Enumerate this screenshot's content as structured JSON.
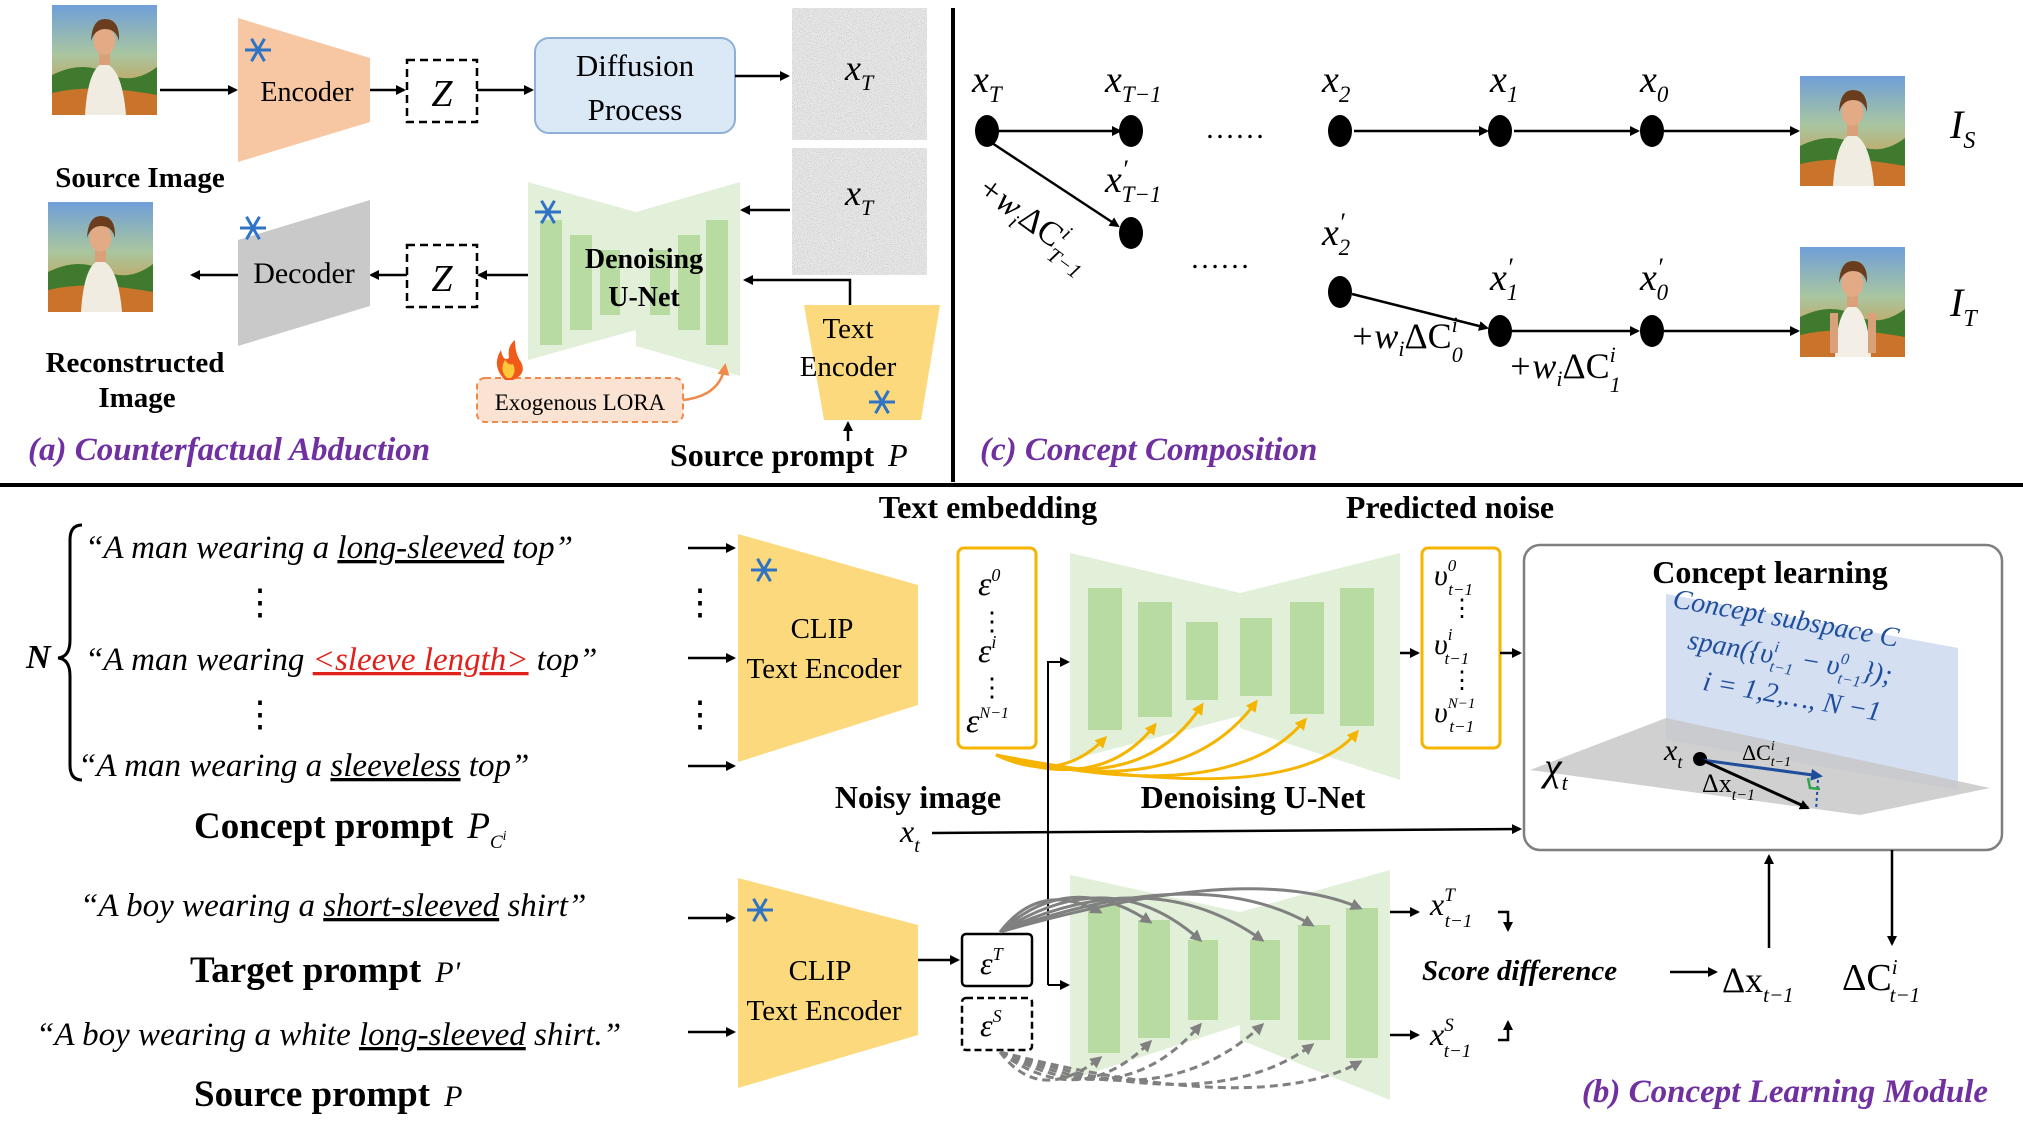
{
  "colors": {
    "purple": "#7030a0",
    "blue": "#1f4e9c",
    "red": "#e0201a",
    "encoder": "#f7c6a2",
    "decoder": "#c9c9c9",
    "diffusion": "#dbe8f6",
    "diffusion_stroke": "#8fb0d6",
    "text_encoder": "#fcd97c",
    "unet": "#e2f0d9",
    "unet_bar": "#b8dba2",
    "lora": "#fbe3d3",
    "lora_stroke": "#f08a4b",
    "orange_arrow": "#f5b400",
    "gray_arrow": "#808080",
    "snow": "#2f73c4"
  },
  "icons": [
    "snowflake-icon",
    "flame-icon",
    "portrait-image",
    "noise-image"
  ],
  "a": {
    "source_image": "Source Image",
    "encoder": "Encoder",
    "z": "Z",
    "diffusion_line1": "Diffusion",
    "diffusion_line2": "Process",
    "x_T": "x",
    "x_T_sub": "T",
    "decoder": "Decoder",
    "reconstructed_line1": "Reconstructed",
    "reconstructed_line2": "Image",
    "unet_line1": "Denoising",
    "unet_line2": "U-Net",
    "text_enc_line1": "Text",
    "text_enc_line2": "Encoder",
    "lora": "Exogenous LORA",
    "source_prompt": "Source prompt",
    "source_prompt_sym": "P",
    "caption": "(a) Counterfactual Abduction"
  },
  "c": {
    "caption": "(c) Concept Composition",
    "top_nodes": [
      {
        "base": "x",
        "sub": "T",
        "prime": ""
      },
      {
        "base": "x",
        "sub": "T−1",
        "prime": ""
      },
      {
        "base": "x",
        "sub": "2",
        "prime": ""
      },
      {
        "base": "x",
        "sub": "1",
        "prime": ""
      },
      {
        "base": "x",
        "sub": "0",
        "prime": ""
      }
    ],
    "bottom_nodes": [
      {
        "base": "x",
        "sub": "T−1",
        "prime": "′"
      },
      {
        "base": "x",
        "sub": "2",
        "prime": "′"
      },
      {
        "base": "x",
        "sub": "1",
        "prime": "′"
      },
      {
        "base": "x",
        "sub": "0",
        "prime": "′"
      }
    ],
    "dots": "……",
    "diag_label": {
      "text": "+w",
      "w_sub": "i",
      "delta": "ΔC",
      "sup": "i",
      "sub": "T−1"
    },
    "label_0": {
      "text": "+w",
      "w_sub": "i",
      "delta": "ΔC",
      "sup": "i",
      "sub": "0"
    },
    "label_1": {
      "text": "+w",
      "w_sub": "i",
      "delta": "ΔC",
      "sup": "i",
      "sub": "1"
    },
    "I_S": {
      "base": "I",
      "sub": "S"
    },
    "I_T": {
      "base": "I",
      "sub": "T"
    }
  },
  "b": {
    "caption": "(b) Concept Learning Module",
    "N": "N",
    "concept_prompts": {
      "p1_pre": "“A man wearing a ",
      "p1_u": "long-sleeved",
      "p1_post": " top”",
      "p2_pre": "“A man wearing ",
      "p2_u": "<sleeve length>",
      "p2_post": " top”",
      "p3_pre": "“A man wearing a ",
      "p3_u": "sleeveless",
      "p3_post": " top”"
    },
    "concept_prompt_label": "Concept prompt",
    "concept_prompt_sym": "P",
    "concept_prompt_sub": "C",
    "concept_prompt_subsup": "i",
    "target_prompt": {
      "pre": "“A boy wearing a ",
      "u": "short-sleeved",
      "post": " shirt”"
    },
    "target_prompt_label": "Target prompt",
    "target_prompt_sym": "P'",
    "source_prompt": {
      "pre": "“A boy wearing a white ",
      "u": "long-sleeved",
      "post": " shirt.”"
    },
    "source_prompt_label": "Source prompt",
    "source_prompt_sym": "P",
    "clip_line1": "CLIP",
    "clip_line2": "Text Encoder",
    "text_embedding": "Text embedding",
    "predicted_noise": "Predicted noise",
    "noisy_image": "Noisy image",
    "x_t": "x",
    "x_t_sub": "t",
    "denoising_unet": "Denoising U-Net",
    "eps": "ε",
    "eps_0": "0",
    "eps_i": "i",
    "eps_N": "N−1",
    "eps_T": "T",
    "eps_S": "S",
    "v": "υ",
    "v_sub": "t−1",
    "v_0": "0",
    "v_i": "i",
    "v_N": "N−1",
    "concept_learning": "Concept learning",
    "subspace_line1": "Concept subspace C",
    "subspace_line2": "span({υ",
    "subspace_line2_sup1": "i",
    "subspace_line2_sub1": "t−1",
    "subspace_line2_mid": " − υ",
    "subspace_line2_sup2": "0",
    "subspace_line2_sub2": "t−1",
    "subspace_line2_end": "});",
    "subspace_line3": "i = 1,2,…, N −1",
    "chi": "χ",
    "chi_sub": "t",
    "dC": "ΔC",
    "dC_sup": "i",
    "dC_sub": "t−1",
    "dx": "Δx",
    "dx_sub": "t−1",
    "xT_out": {
      "base": "x",
      "sup": "T",
      "sub": "t−1"
    },
    "xS_out": {
      "base": "x",
      "sup": "S",
      "sub": "t−1"
    },
    "score_difference": "Score difference",
    "vdots": "⋮"
  }
}
